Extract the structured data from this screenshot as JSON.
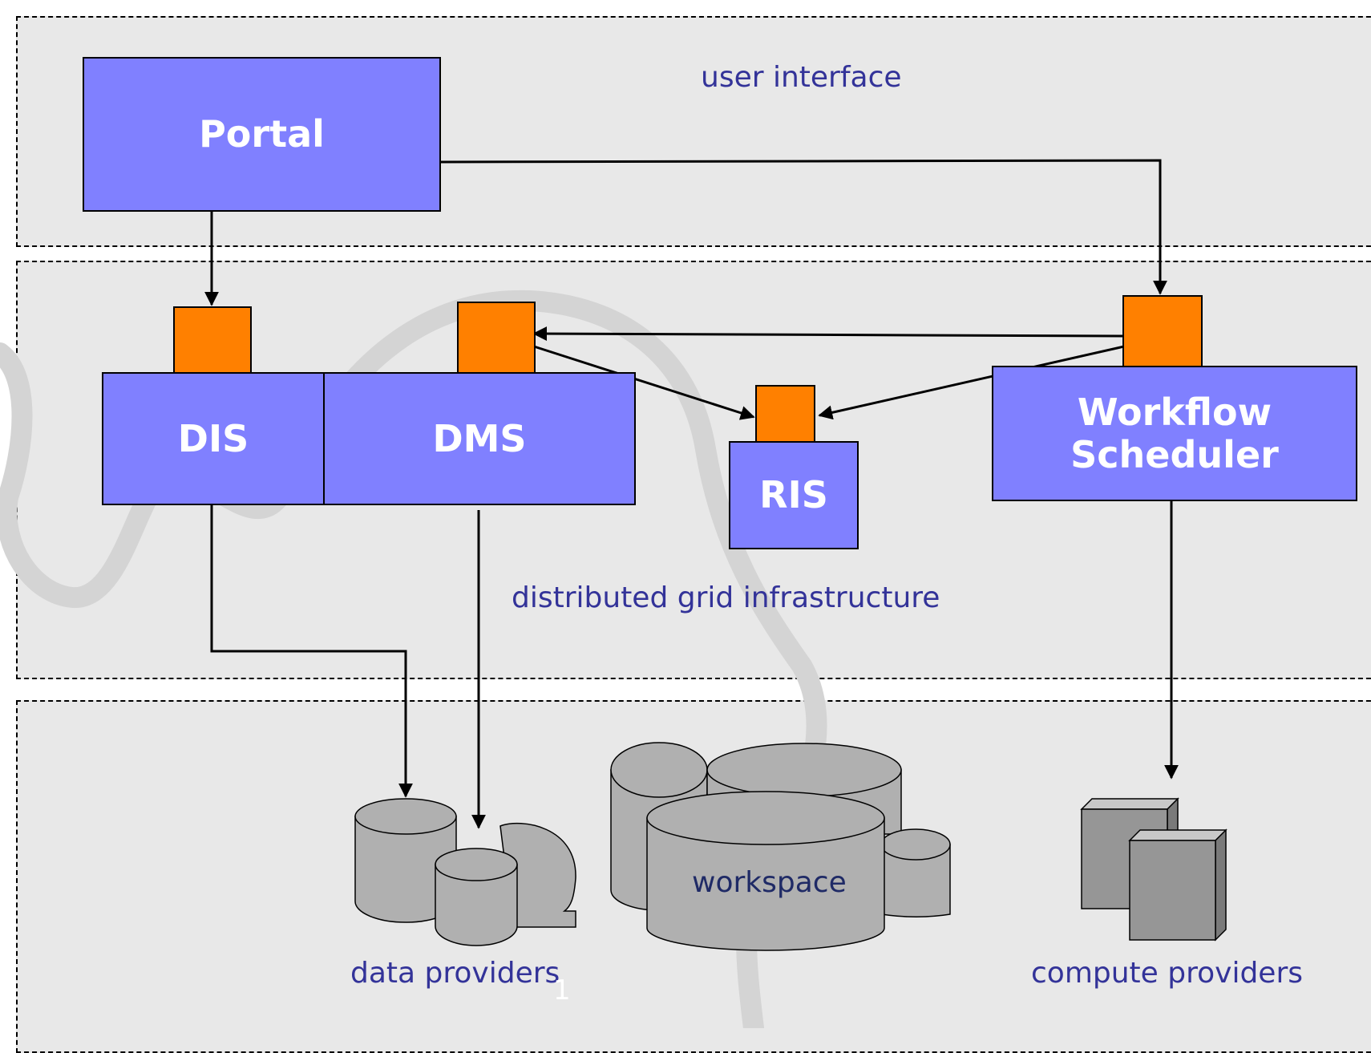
{
  "layers": {
    "top_label": "user interface",
    "middle_label": "distributed grid infrastructure",
    "bottom": {
      "data_providers": "data providers",
      "workspace": "workspace",
      "compute_providers": "compute providers"
    }
  },
  "components": {
    "portal": "Portal",
    "dis": "DIS",
    "dms": "DMS",
    "ris": "RIS",
    "workflow_scheduler": "Workflow Scheduler"
  },
  "page_number": "1",
  "colors": {
    "layer_bg": "#e8e8e8",
    "component": "#8080ff",
    "port": "#ff8000",
    "label_text": "#333399",
    "storage_gray": "#b0b0b0",
    "compute_gray": "#969696"
  }
}
